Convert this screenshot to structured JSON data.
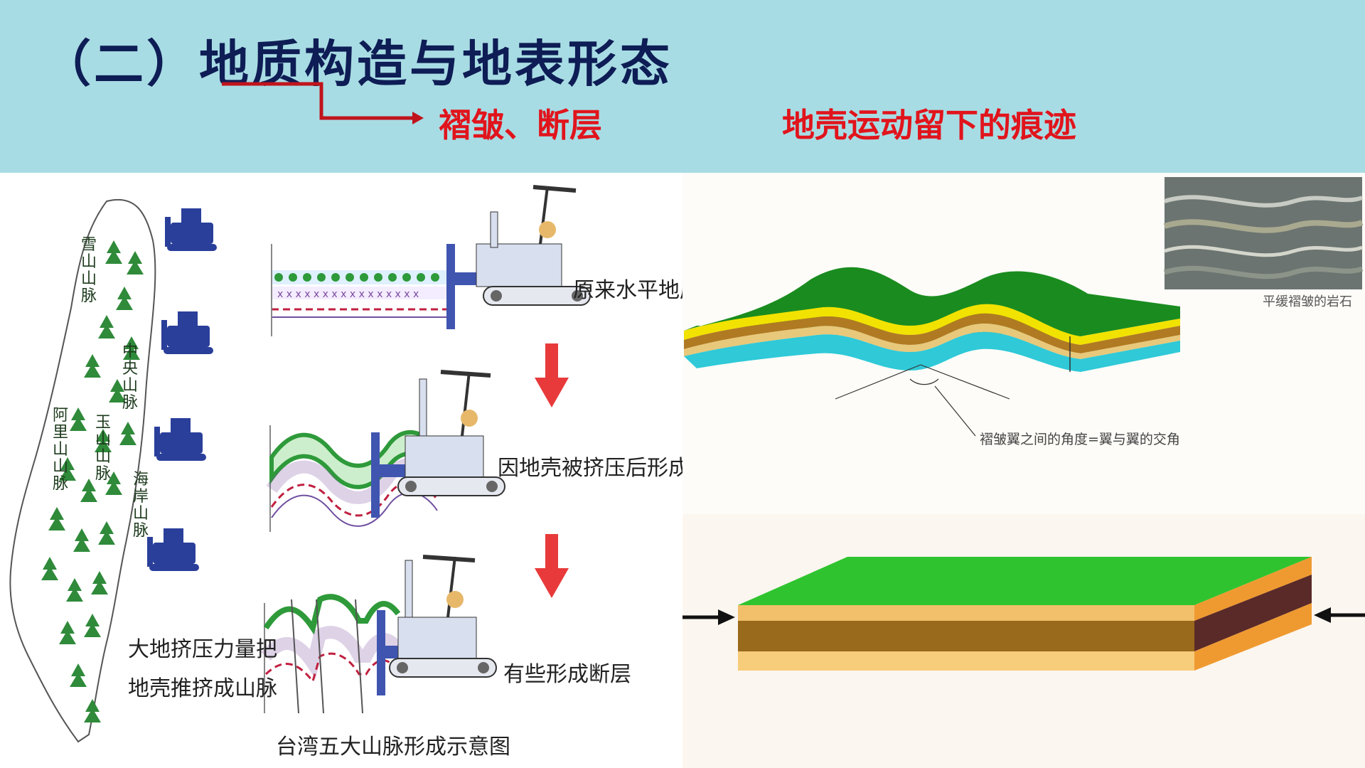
{
  "header": {
    "title": "（二）地质构造与地表形态",
    "sub1": "褶皱、断层",
    "sub2": "地壳运动留下的痕迹",
    "bg_color": "#a8dce4",
    "title_color": "#0e1d55",
    "accent_color": "#e1141c"
  },
  "left_diagram": {
    "label_original": "原来水平地层",
    "label_folded": "因地壳被挤压后形成褶皱",
    "label_fault": "有些形成断层",
    "label_force_1": "大地挤压力量把",
    "label_force_2": "地壳推挤成山脉",
    "caption": "台湾五大山脉形成示意图",
    "mountain_names": [
      "阿里山山脉",
      "玉山山脉",
      "雪山山脉",
      "中央山脉",
      "海岸山脉"
    ],
    "icons": [
      "taiwan-map-icon",
      "tree-icon",
      "bulldozer-icon",
      "down-arrow-icon"
    ]
  },
  "right_top": {
    "photo_caption": "平缓褶皱的岩石",
    "angle_label": "褶皱翼之间的角度=翼与翼的交角",
    "icons": [
      "rock-photo-icon",
      "fold-block-icon"
    ]
  },
  "right_bottom": {
    "icons": [
      "layered-block-icon",
      "right-arrow-icon",
      "left-arrow-icon"
    ]
  }
}
